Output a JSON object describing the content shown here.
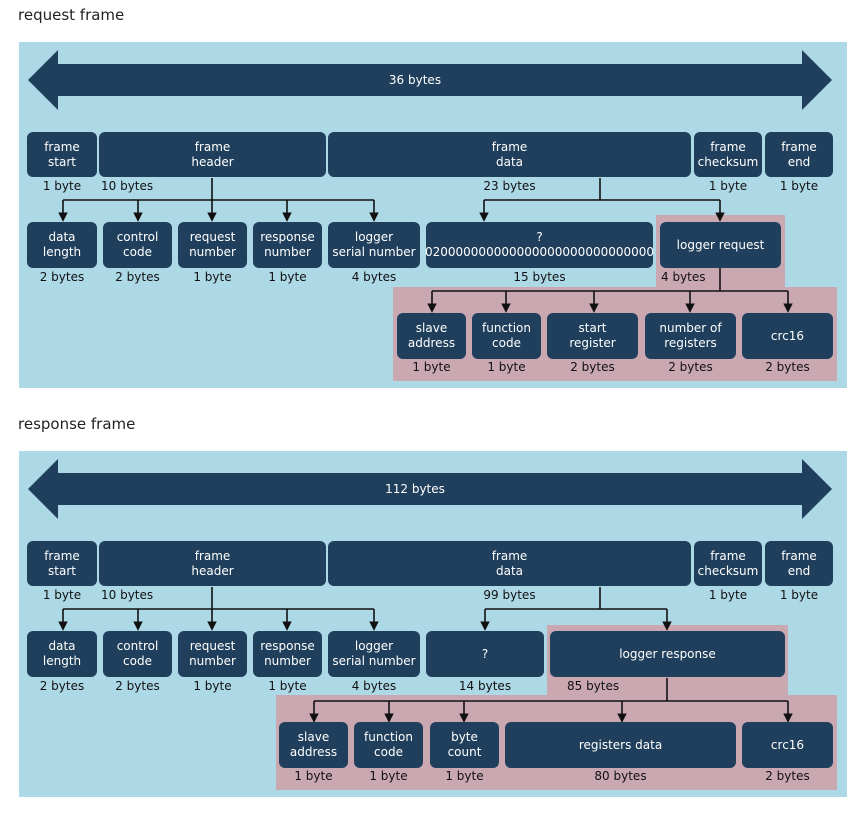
{
  "frames": [
    {
      "title": "request frame",
      "total": "36 bytes",
      "top": [
        {
          "label": "frame\nstart",
          "size": "1 byte"
        },
        {
          "label": "frame\nheader",
          "size": "10 bytes"
        },
        {
          "label": "frame\ndata",
          "size": "23 bytes"
        },
        {
          "label": "frame\nchecksum",
          "size": "1 byte"
        },
        {
          "label": "frame\nend",
          "size": "1 byte"
        }
      ],
      "header": [
        {
          "label": "data\nlength",
          "size": "2 bytes"
        },
        {
          "label": "control\ncode",
          "size": "2 bytes"
        },
        {
          "label": "request\nnumber",
          "size": "1 byte"
        },
        {
          "label": "response\nnumber",
          "size": "1 byte"
        },
        {
          "label": "logger\nserial number",
          "size": "4 bytes"
        }
      ],
      "data": [
        {
          "label": "?\n020000000000000000000000000000",
          "size": "15 bytes"
        },
        {
          "label": "logger request",
          "size": "4 bytes"
        }
      ],
      "logger": [
        {
          "label": "slave\naddress",
          "size": "1 byte"
        },
        {
          "label": "function\ncode",
          "size": "1 byte"
        },
        {
          "label": "start\nregister",
          "size": "2 bytes"
        },
        {
          "label": "number of\nregisters",
          "size": "2 bytes"
        },
        {
          "label": "crc16",
          "size": "2 bytes"
        }
      ]
    },
    {
      "title": "response frame",
      "total": "112 bytes",
      "top": [
        {
          "label": "frame\nstart",
          "size": "1 byte"
        },
        {
          "label": "frame\nheader",
          "size": "10 bytes"
        },
        {
          "label": "frame\ndata",
          "size": "99 bytes"
        },
        {
          "label": "frame\nchecksum",
          "size": "1 byte"
        },
        {
          "label": "frame\nend",
          "size": "1 byte"
        }
      ],
      "header": [
        {
          "label": "data\nlength",
          "size": "2 bytes"
        },
        {
          "label": "control\ncode",
          "size": "2 bytes"
        },
        {
          "label": "request\nnumber",
          "size": "1 byte"
        },
        {
          "label": "response\nnumber",
          "size": "1 byte"
        },
        {
          "label": "logger\nserial number",
          "size": "4 bytes"
        }
      ],
      "data": [
        {
          "label": "?",
          "size": "14 bytes"
        },
        {
          "label": "logger response",
          "size": "85 bytes"
        }
      ],
      "logger": [
        {
          "label": "slave\naddress",
          "size": "1 byte"
        },
        {
          "label": "function\ncode",
          "size": "1 byte"
        },
        {
          "label": "byte\ncount",
          "size": "1 byte"
        },
        {
          "label": "registers data",
          "size": "80 bytes"
        },
        {
          "label": "crc16",
          "size": "2 bytes"
        }
      ]
    }
  ],
  "colors": {
    "panel": "#add8e6",
    "box": "#1f3f5c",
    "highlight": "#c9a8b2"
  }
}
